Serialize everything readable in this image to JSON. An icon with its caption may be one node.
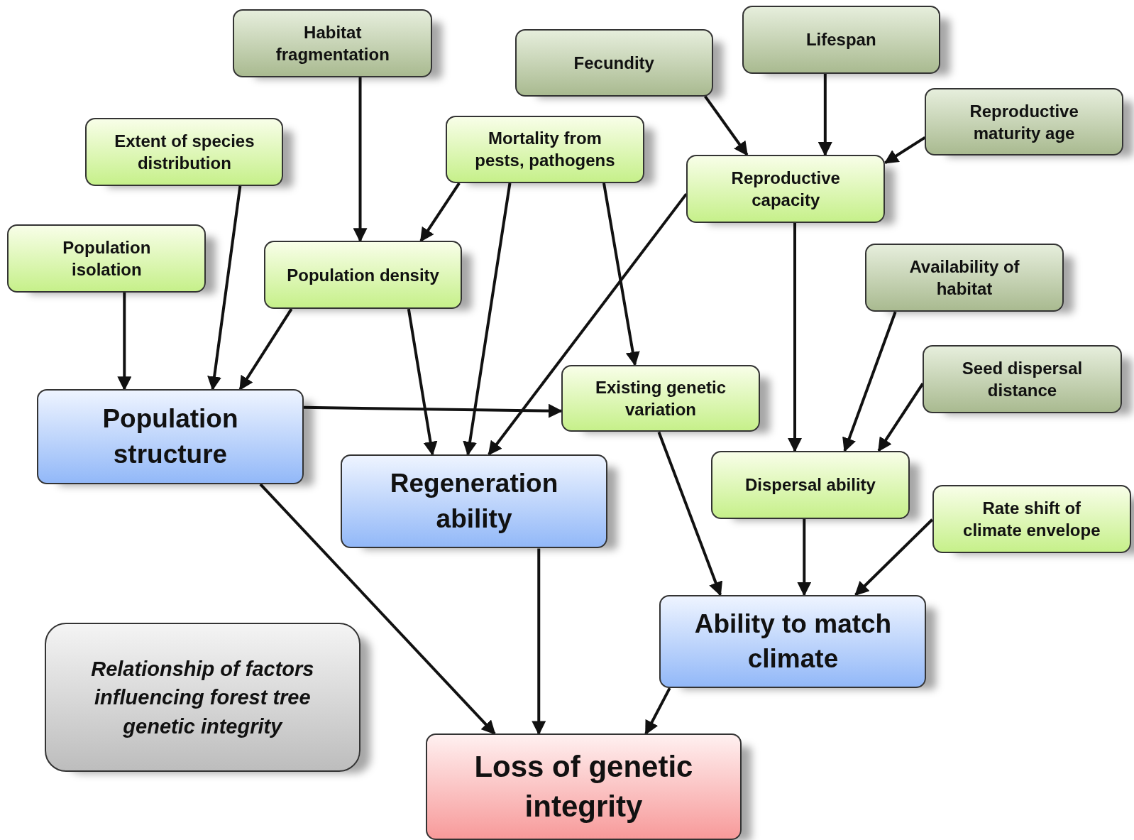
{
  "diagram": {
    "nodes": [
      {
        "text": [
          "Habitat fragmentation"
        ]
      },
      {
        "text": [
          "Fecundity"
        ]
      },
      {
        "text": [
          "Lifespan"
        ]
      },
      {
        "text": [
          "Reproductive maturity age"
        ]
      },
      {
        "text": [
          "Extent of species distribution"
        ]
      },
      {
        "text": [
          "Mortality from pests, pathogens"
        ]
      },
      {
        "text": [
          "Reproductive capacity"
        ]
      },
      {
        "text": [
          "Population isolation"
        ]
      },
      {
        "text": [
          "Population density"
        ]
      },
      {
        "text": [
          "Availability of habitat"
        ]
      },
      {
        "text": [
          "Seed dispersal distance"
        ]
      },
      {
        "text": [
          "Existing genetic variation"
        ]
      },
      {
        "text": [
          "Population structure"
        ]
      },
      {
        "text": [
          "Regeneration ability"
        ]
      },
      {
        "text": [
          "Dispersal ability"
        ]
      },
      {
        "text": [
          "Rate shift of climate envelope"
        ]
      },
      {
        "text": [
          "Ability to match climate"
        ]
      },
      {
        "text": [
          "Relationship of factors influencing forest tree genetic integrity"
        ]
      },
      {
        "text": [
          "Loss of genetic integrity"
        ]
      }
    ],
    "edges": [
      {
        "from": 0,
        "to": 8,
        "arrow": "to"
      },
      {
        "from": 1,
        "to": 6,
        "arrow": "to"
      },
      {
        "from": 2,
        "to": 6,
        "arrow": "to"
      },
      {
        "from": 3,
        "to": 6,
        "arrow": "to"
      },
      {
        "from": 4,
        "to": 12,
        "arrow": "to"
      },
      {
        "from": 5,
        "to": 8,
        "arrow": "to"
      },
      {
        "from": 5,
        "to": 13,
        "arrow": "to"
      },
      {
        "from": 5,
        "to": 11,
        "arrow": "to"
      },
      {
        "from": 6,
        "to": 13,
        "arrow": "to"
      },
      {
        "from": 6,
        "to": 14,
        "arrow": "to"
      },
      {
        "from": 7,
        "to": 12,
        "arrow": "to"
      },
      {
        "from": 8,
        "to": 12,
        "arrow": "to"
      },
      {
        "from": 8,
        "to": 13,
        "arrow": "to"
      },
      {
        "from": 9,
        "to": 14,
        "arrow": "to"
      },
      {
        "from": 10,
        "to": 14,
        "arrow": "to"
      },
      {
        "from": 12,
        "to": 11,
        "arrow": "to"
      },
      {
        "from": 11,
        "to": 16,
        "arrow": "to"
      },
      {
        "from": 14,
        "to": 16,
        "arrow": "to"
      },
      {
        "from": 15,
        "to": 16,
        "arrow": "to"
      },
      {
        "from": 12,
        "to": 18,
        "arrow": "to"
      },
      {
        "from": 13,
        "to": 18,
        "arrow": "to"
      },
      {
        "from": 16,
        "to": 18,
        "arrow": "to"
      }
    ]
  }
}
